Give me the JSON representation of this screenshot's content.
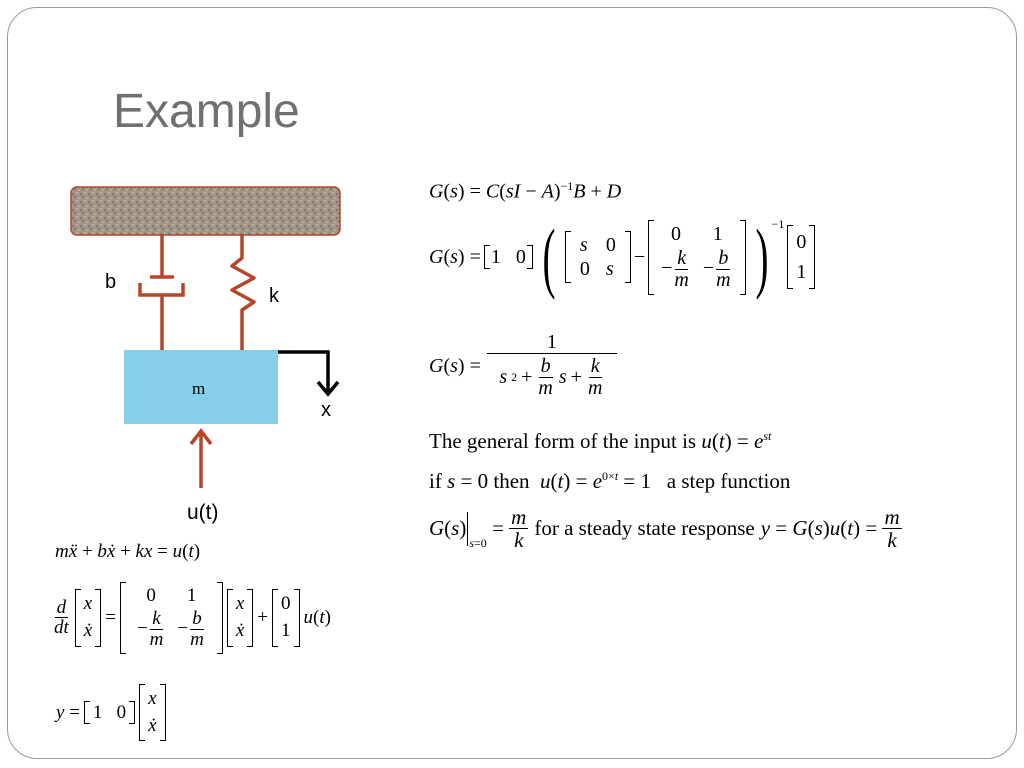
{
  "slide": {
    "title": "Example"
  },
  "diagram": {
    "damper_label": "b",
    "spring_label": "k",
    "mass_label": "m",
    "displacement_label": "x",
    "input_label": "u(t)",
    "colors": {
      "mass_fill": "#87ceea",
      "linkage": "#b5462a",
      "ground": "#9c8f82",
      "arrow": "#b5462a"
    }
  },
  "left_equations": {
    "eq1": "mẍ + bẋ + kx = u(t)",
    "eq2_lhs": "d/dt [x ; ẋ]",
    "eq2_matrix": [
      [
        "0",
        "1"
      ],
      [
        "−k/m",
        "−b/m"
      ]
    ],
    "eq2_input": "[0 ; 1] u(t)",
    "eq3": "y = [1 0][x ; ẋ]"
  },
  "right_equations": {
    "tf_general": "G(s) = C(sI − A)⁻¹B + D",
    "tf_expanded": "G(s) = [1 0]( [s 0; 0 s] − [0 1; −k/m −b/m] )⁻¹ [0; 1]",
    "tf_result": "G(s) = 1 / (s² + (b/m)s + k/m)",
    "input_text": "The general form of the input is",
    "input_expr": "u(t) = e^st",
    "step_if": "if",
    "step_s": "s = 0",
    "step_then": "then",
    "step_expr": "u(t) = e^(0×t) = 1",
    "step_label": "a step function",
    "steady_state_text": "for a steady state response",
    "steady_state_lhs": "G(s)|s=0 = m/k",
    "steady_state_rhs": "y = G(s)u(t) = m/k"
  }
}
